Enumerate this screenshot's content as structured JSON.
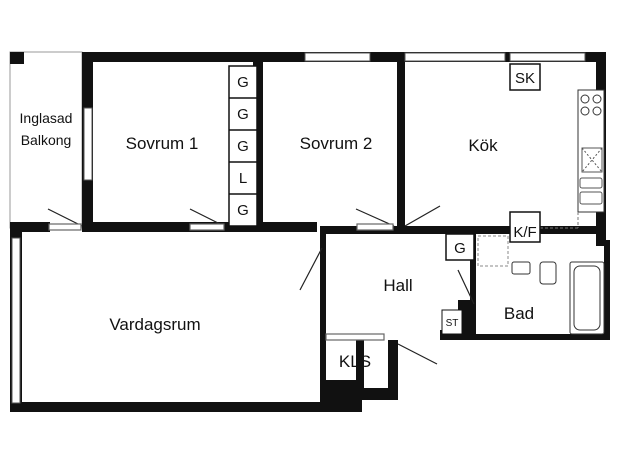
{
  "rooms": {
    "balcony_line1": "Inglasad",
    "balcony_line2": "Balkong",
    "bedroom1": "Sovrum 1",
    "bedroom2": "Sovrum 2",
    "kitchen": "Kök",
    "living": "Vardagsrum",
    "hall": "Hall",
    "bath": "Bad",
    "closet": "KLS"
  },
  "wardrobe_labels": [
    "G",
    "G",
    "G",
    "L",
    "G"
  ],
  "hall_wardrobe": "G",
  "kitchen_codes": {
    "sk": "SK",
    "kf": "K/F"
  },
  "bath_code": "ST"
}
